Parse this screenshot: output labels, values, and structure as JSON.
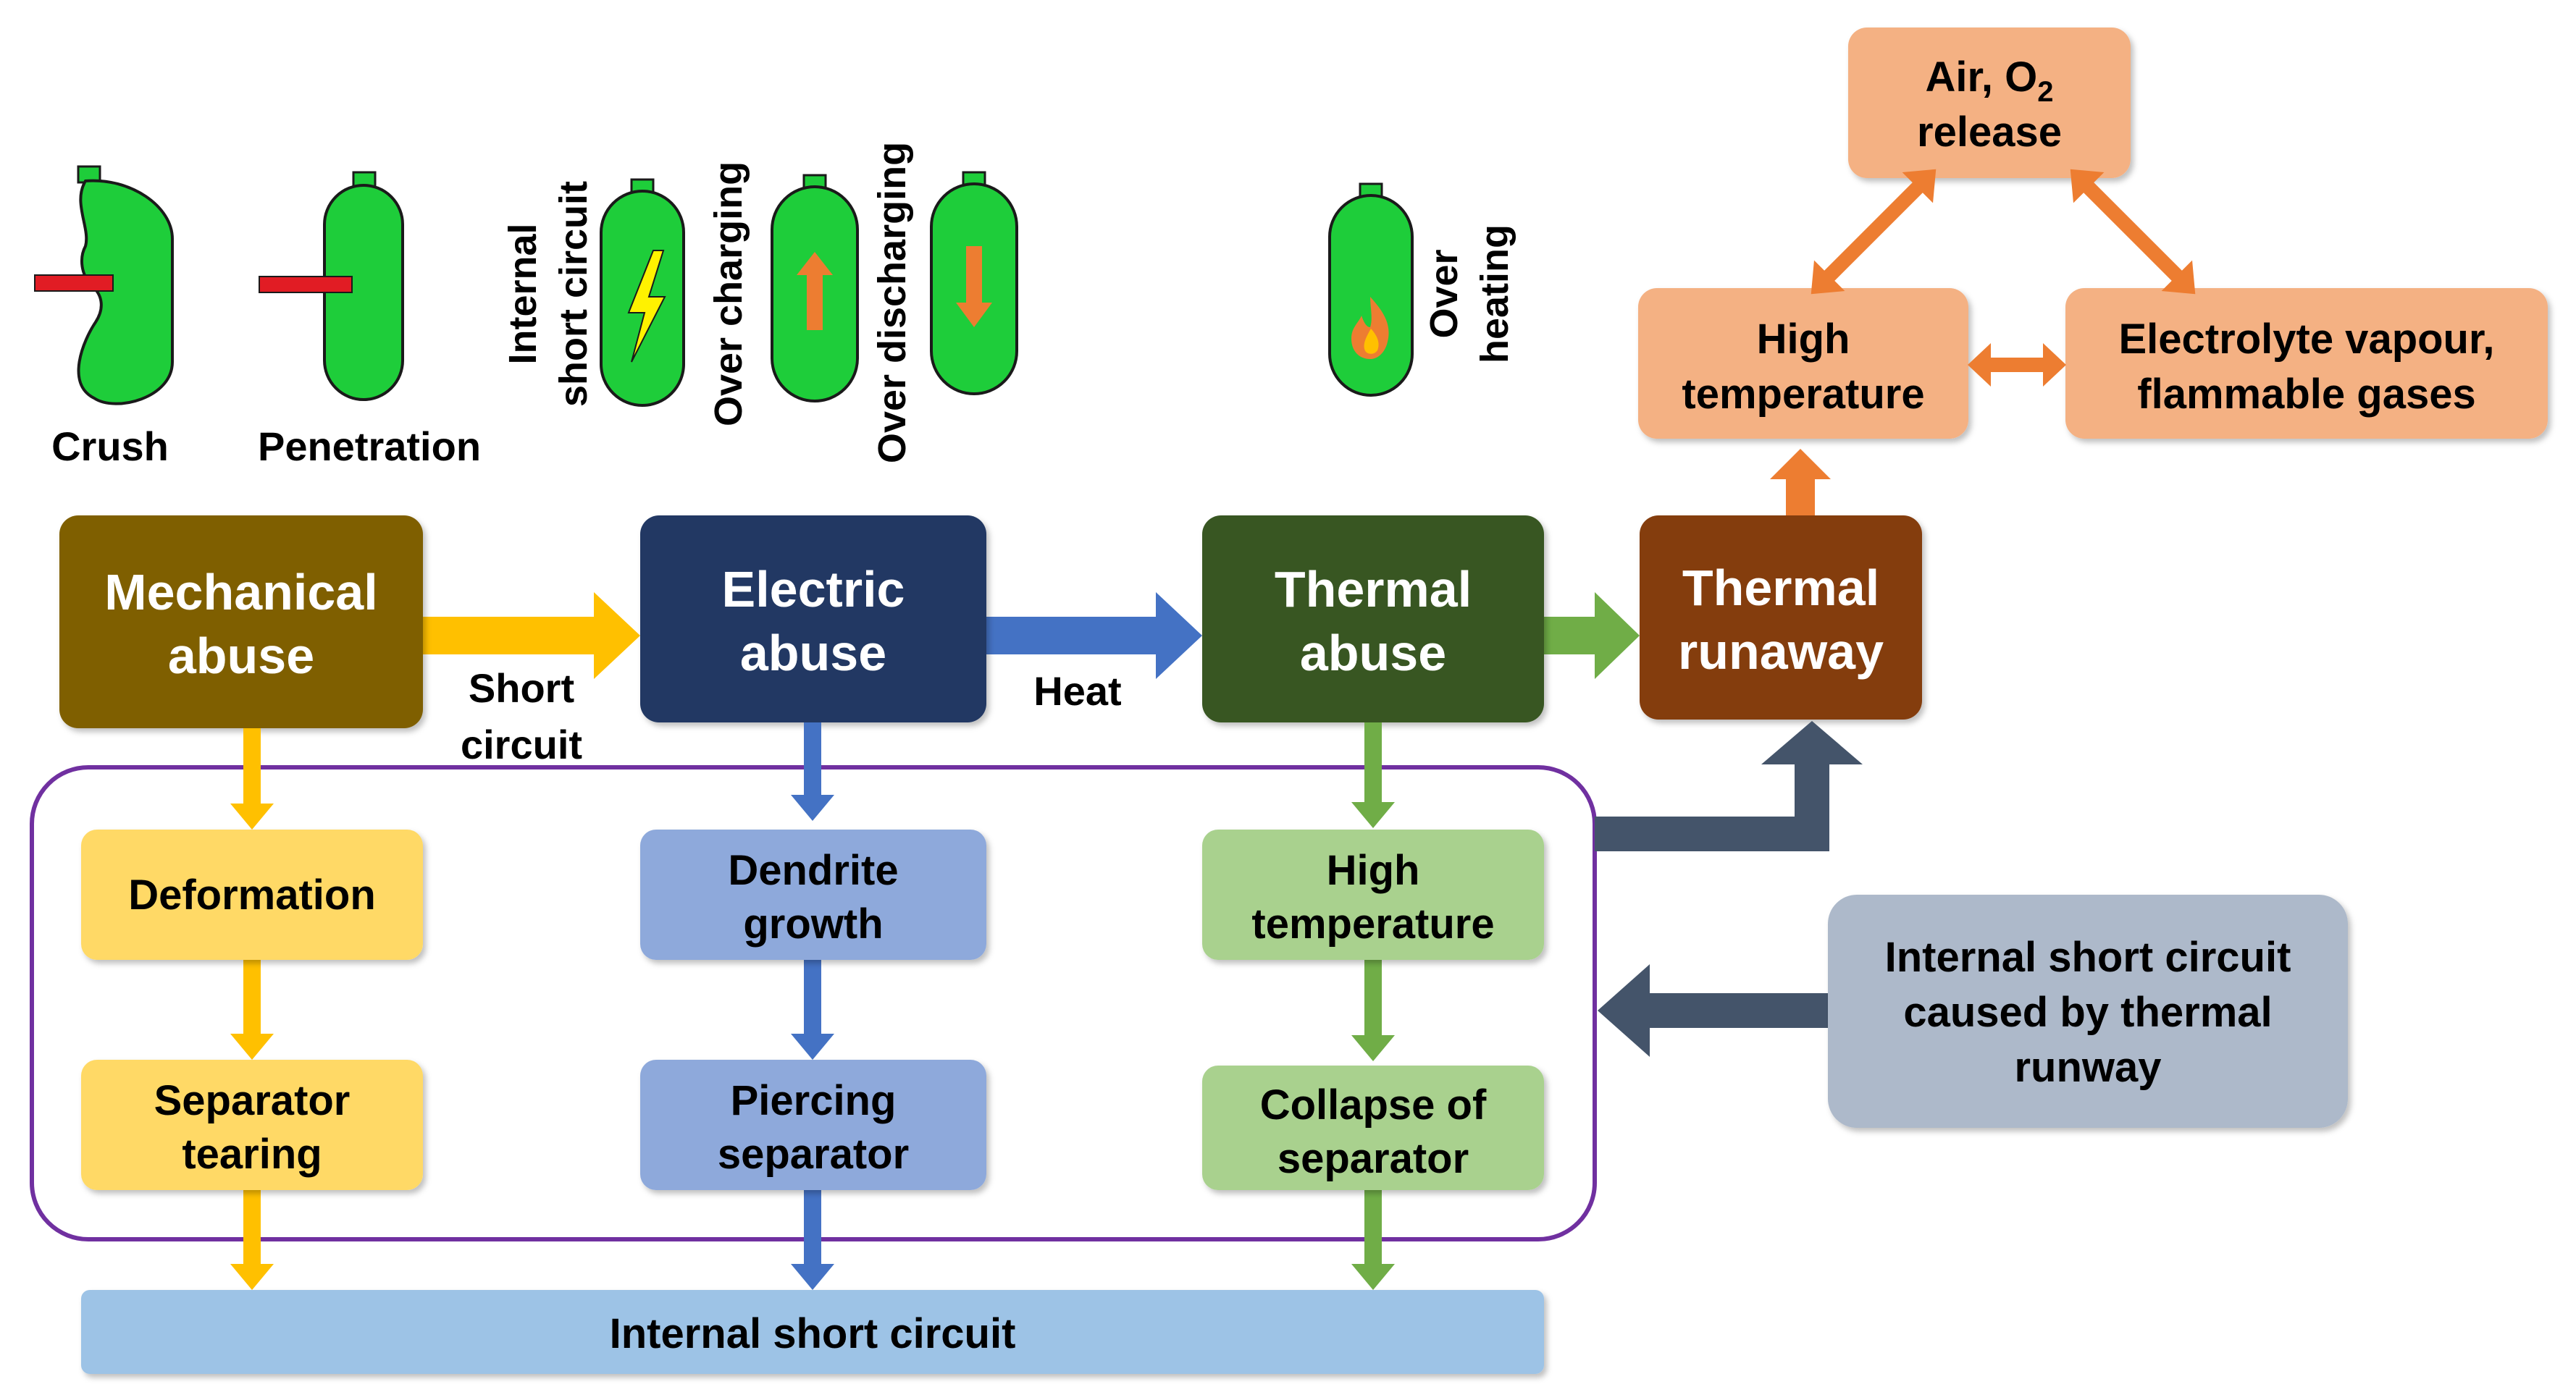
{
  "cells": {
    "crush": "Crush",
    "penetration": "Penetration",
    "internal_short_circuit": [
      "Internal",
      "short circuit"
    ],
    "over_charging": "Over charging",
    "over_discharging": "Over discharging",
    "over_heating": [
      "Over",
      "heating"
    ]
  },
  "abuse": {
    "mechanical": [
      "Mechanical",
      "abuse"
    ],
    "electric": [
      "Electric",
      "abuse"
    ],
    "thermal": [
      "Thermal",
      "abuse"
    ],
    "runaway": [
      "Thermal",
      "runaway"
    ]
  },
  "arrows": {
    "short_circuit": [
      "Short",
      "circuit"
    ],
    "heat": "Heat"
  },
  "mechanical_chain": {
    "deformation": "Deformation",
    "separator_tearing": [
      "Separator",
      "tearing"
    ]
  },
  "electric_chain": {
    "dendrite_growth": [
      "Dendrite",
      "growth"
    ],
    "piercing_separator": [
      "Piercing",
      "separator"
    ]
  },
  "thermal_chain": {
    "high_temperature": [
      "High",
      "temperature"
    ],
    "collapse_of_separator": [
      "Collapse of",
      "separator"
    ]
  },
  "bottom": {
    "internal_short_circuit": "Internal short circuit"
  },
  "feedback": {
    "air_o2": "Air, O",
    "air_o2_sub": "2",
    "release": "release",
    "high_temperature": [
      "High",
      "temperature"
    ],
    "electrolyte": [
      "Electrolyte vapour,",
      "flammable gases"
    ]
  },
  "side": {
    "isc_thermal_runaway": [
      "Internal short circuit",
      "caused by thermal",
      "runway"
    ]
  },
  "colors": {
    "mechanical": "#7F5F00",
    "electric": "#203864",
    "thermal": "#385723",
    "runaway": "#843C0C",
    "yellow_arrow": "#FFC000",
    "blue_arrow": "#4472C4",
    "green_arrow": "#70AD47",
    "orange_arrow": "#ED7D31",
    "slate_arrow": "#44546A",
    "yellow_box": "#FFD966",
    "blue_box": "#8EA9DB",
    "green_box": "#A9D18E",
    "peach_box": "#F4B183",
    "gray_box": "#ADB9CA",
    "bottom_bar": "#9DC3E6",
    "purple_frame": "#7030A0",
    "cell_green": "#1ECD3A",
    "penetrator_red": "#E11C24"
  }
}
